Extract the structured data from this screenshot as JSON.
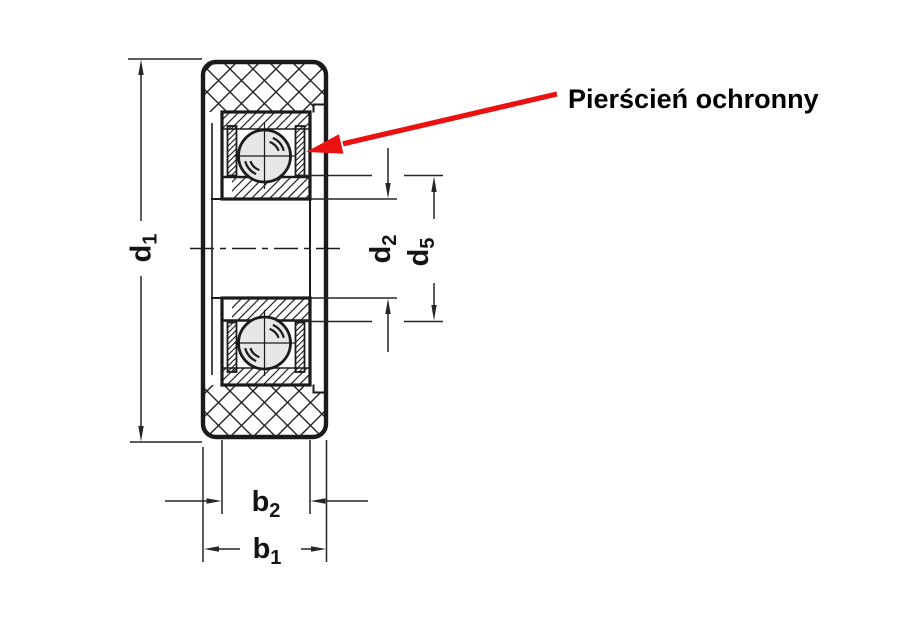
{
  "drawing": {
    "callout": {
      "label": "Pierścień ochronny"
    },
    "dimensions": {
      "d1": {
        "base": "d",
        "sub": "1"
      },
      "d2": {
        "base": "d",
        "sub": "2"
      },
      "d5": {
        "base": "d",
        "sub": "5"
      },
      "b2": {
        "base": "b",
        "sub": "2"
      },
      "b1": {
        "base": "b",
        "sub": "1"
      }
    }
  },
  "colors": {
    "line": "#1b1b1b",
    "line-thin": "#262626",
    "red": "#ec1111",
    "ball-fill": "#e7e7e7",
    "background": "#ffffff"
  }
}
